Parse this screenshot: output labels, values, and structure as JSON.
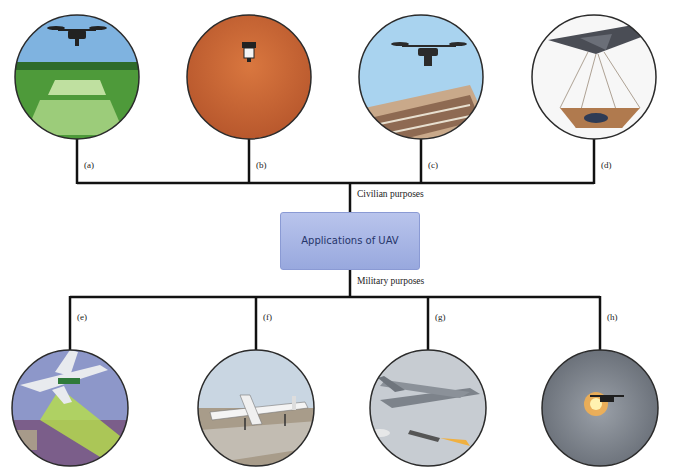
{
  "diagram": {
    "nodes": [
      {
        "text": [
          "Applications of UAV"
        ]
      }
    ],
    "labels": [
      "(a)",
      "(b)",
      "(c)",
      "(d)",
      "Civilian purposes",
      "Military purposes",
      "(e)",
      "(f)",
      "(g)",
      "(h)"
    ]
  }
}
